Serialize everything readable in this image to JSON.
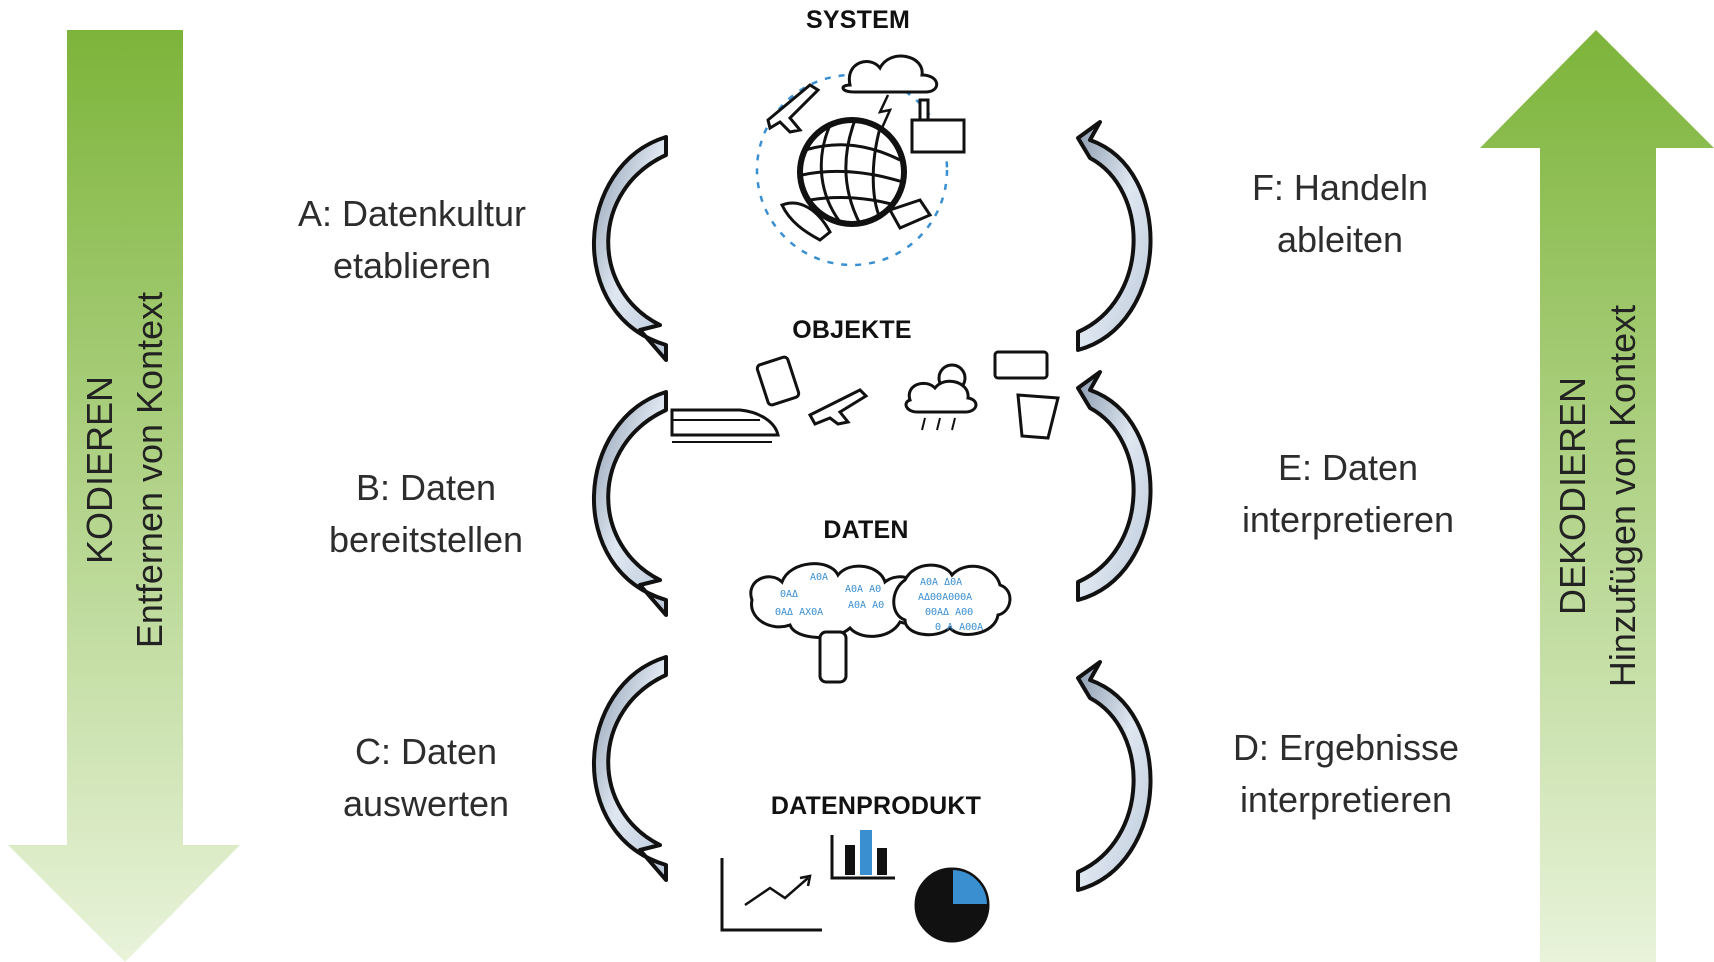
{
  "left_bar": {
    "title": "KODIEREN",
    "subtitle": "Entfernen von Kontext",
    "gradient_top": "#7fb13d",
    "gradient_bottom": "#e7f2d9"
  },
  "right_bar": {
    "title": "DEKODIEREN",
    "subtitle": "Hinzufügen von Kontext",
    "gradient_top": "#7fb13d",
    "gradient_bottom": "#e7f2d9"
  },
  "levels": {
    "system": "SYSTEM",
    "objekte": "OBJEKTE",
    "daten": "DATEN",
    "datenprodukt": "DATENPRODUKT"
  },
  "left_steps": [
    {
      "line1": "A: Datenkultur",
      "line2": "etablieren"
    },
    {
      "line1": "B: Daten",
      "line2": "bereitstellen"
    },
    {
      "line1": "C: Daten",
      "line2": "auswerten"
    }
  ],
  "right_steps": [
    {
      "line1": "F: Handeln",
      "line2": "ableiten"
    },
    {
      "line1": "E: Daten",
      "line2": "interpretieren"
    },
    {
      "line1": "D: Ergebnisse",
      "line2": "interpretieren"
    }
  ],
  "arrow_fill": "#c9d5e3",
  "accent_blue": "#3a8fd1"
}
